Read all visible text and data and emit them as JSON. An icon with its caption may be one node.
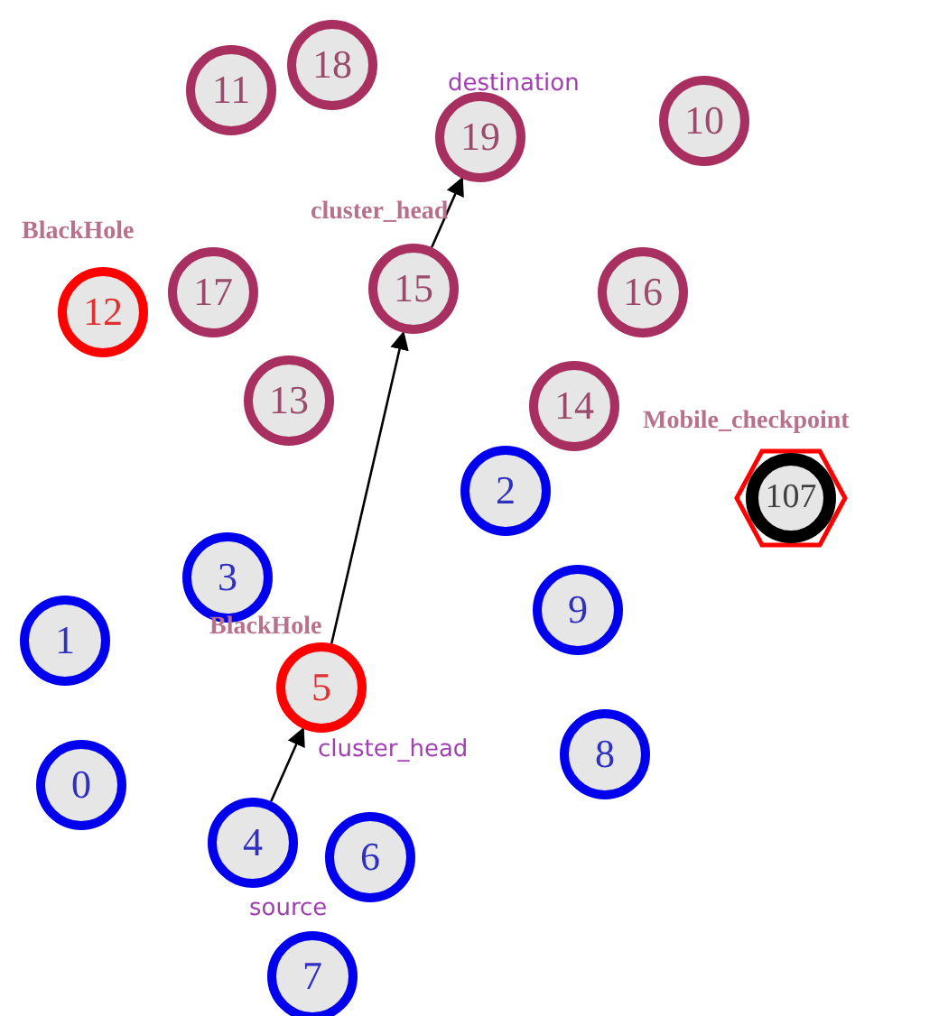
{
  "diagram": {
    "nodes": [
      {
        "text": [
          "0"
        ]
      },
      {
        "text": [
          "1"
        ]
      },
      {
        "text": [
          "2"
        ]
      },
      {
        "text": [
          "3"
        ]
      },
      {
        "text": [
          "4"
        ],
        "beside": [
          "source"
        ]
      },
      {
        "text": [
          "5"
        ],
        "beside": [
          "BlackHole",
          "cluster_head"
        ]
      },
      {
        "text": [
          "6"
        ]
      },
      {
        "text": [
          "7"
        ]
      },
      {
        "text": [
          "8"
        ]
      },
      {
        "text": [
          "9"
        ]
      },
      {
        "text": [
          "10"
        ]
      },
      {
        "text": [
          "11"
        ]
      },
      {
        "text": [
          "12"
        ],
        "beside": [
          "BlackHole"
        ]
      },
      {
        "text": [
          "13"
        ]
      },
      {
        "text": [
          "14"
        ]
      },
      {
        "text": [
          "15"
        ],
        "beside": [
          "cluster_head"
        ]
      },
      {
        "text": [
          "16"
        ]
      },
      {
        "text": [
          "17"
        ]
      },
      {
        "text": [
          "18"
        ]
      },
      {
        "text": [
          "19"
        ],
        "beside": [
          "destination"
        ]
      },
      {
        "text": [
          "107"
        ],
        "beside": [
          "Mobile_checkpoint"
        ]
      }
    ],
    "edges": [
      {
        "from": 4,
        "to": 5,
        "arrow": "to"
      },
      {
        "from": 5,
        "to": 15,
        "arrow": "to"
      },
      {
        "from": 15,
        "to": 19,
        "arrow": "to"
      }
    ]
  }
}
